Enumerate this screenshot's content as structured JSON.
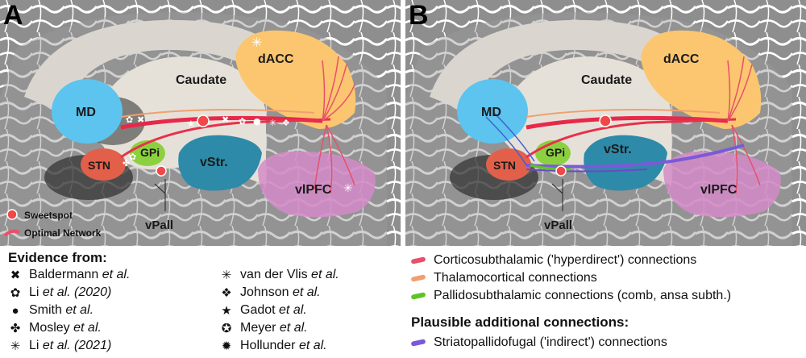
{
  "panels": {
    "a": {
      "letter": "A"
    },
    "b": {
      "letter": "B"
    }
  },
  "regions": {
    "md": "MD",
    "caudate": "Caudate",
    "dacc": "dACC",
    "gpi": "GPi",
    "stn": "STN",
    "vstr": "vStr.",
    "vlpfc": "vlPFC",
    "vpall": "vPall"
  },
  "key": {
    "sweetspot": "Sweetspot",
    "optimal_network": "Optimal Network"
  },
  "evidence": {
    "title": "Evidence from:",
    "items": [
      {
        "symbol": "✖",
        "author": "Baldermann",
        "suffix": "et al.",
        "year": ""
      },
      {
        "symbol": "✿",
        "author": "Li",
        "suffix": "et al.",
        "year": "(2020)"
      },
      {
        "symbol": "●",
        "author": "Smith",
        "suffix": "et al.",
        "year": ""
      },
      {
        "symbol": "✤",
        "author": "Mosley",
        "suffix": "et al.",
        "year": ""
      },
      {
        "symbol": "✳",
        "author": "Li",
        "suffix": "et al.",
        "year": "(2021)"
      },
      {
        "symbol": "✳",
        "author": "van der Vlis",
        "suffix": "et al.",
        "year": ""
      },
      {
        "symbol": "❖",
        "author": "Johnson",
        "suffix": "et al.",
        "year": ""
      },
      {
        "symbol": "★",
        "author": "Gadot",
        "suffix": "et al.",
        "year": ""
      },
      {
        "symbol": "✪",
        "author": "Meyer",
        "suffix": "et al.",
        "year": ""
      },
      {
        "symbol": "✹",
        "author": "Hollunder",
        "suffix": "et al.",
        "year": ""
      }
    ]
  },
  "connections": {
    "items": [
      {
        "label": "Corticosubthalamic ('hyperdirect') connections",
        "color": "#e8506a"
      },
      {
        "label": "Thalamocortical connections",
        "color": "#f0a070"
      },
      {
        "label": "Pallidosubthalamic connections (comb, ansa subth.)",
        "color": "#5cc424"
      }
    ],
    "additional_title": "Plausible additional connections:",
    "additional": [
      {
        "label": "Striatopallidofugal ('indirect') connections",
        "color": "#7a5ad8"
      }
    ]
  }
}
